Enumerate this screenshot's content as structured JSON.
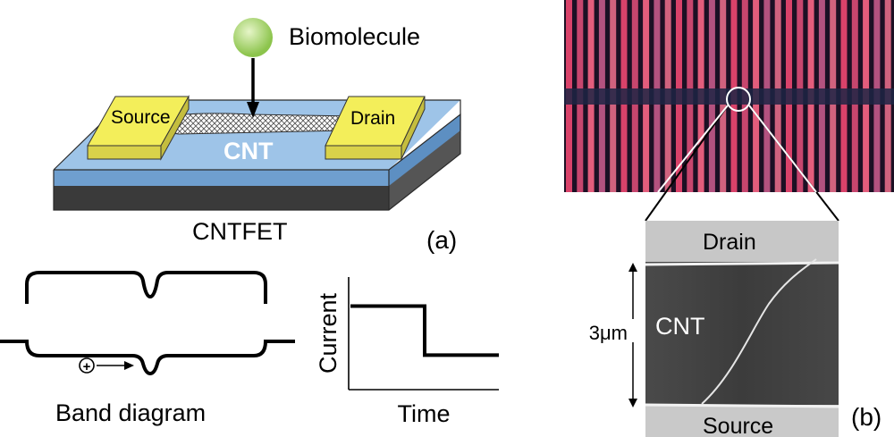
{
  "labels": {
    "biomolecule": "Biomolecule",
    "source": "Source",
    "drain": "Drain",
    "cnt": "CNT",
    "device": "CNTFET",
    "panel_a": "(a)",
    "band_diagram": "Band diagram",
    "current": "Current",
    "time": "Time",
    "micro_drain": "Drain",
    "micro_cnt": "CNT",
    "micro_source": "Source",
    "scale": "3μm",
    "panel_b": "(b)",
    "hole_symbol": "+"
  },
  "colors": {
    "biomolecule": "#9ccf5a",
    "electrode": "#f3ee5a",
    "substrate_top": "#9ec4e8",
    "substrate_side": "#6f9fcf",
    "base_side": "#3a3a3a",
    "line": "#000000"
  },
  "photo": {
    "stripe_colors": [
      "#d9426a",
      "#c7466e",
      "#e35d7c",
      "#b3527f",
      "#d0627e"
    ]
  },
  "chart_data": {
    "type": "line",
    "title": "",
    "xlabel": "Time",
    "ylabel": "Current",
    "x": [
      0,
      0.5,
      0.5,
      1.0
    ],
    "series": [
      {
        "name": "",
        "values": [
          0.75,
          0.75,
          0.3,
          0.3
        ]
      }
    ]
  }
}
